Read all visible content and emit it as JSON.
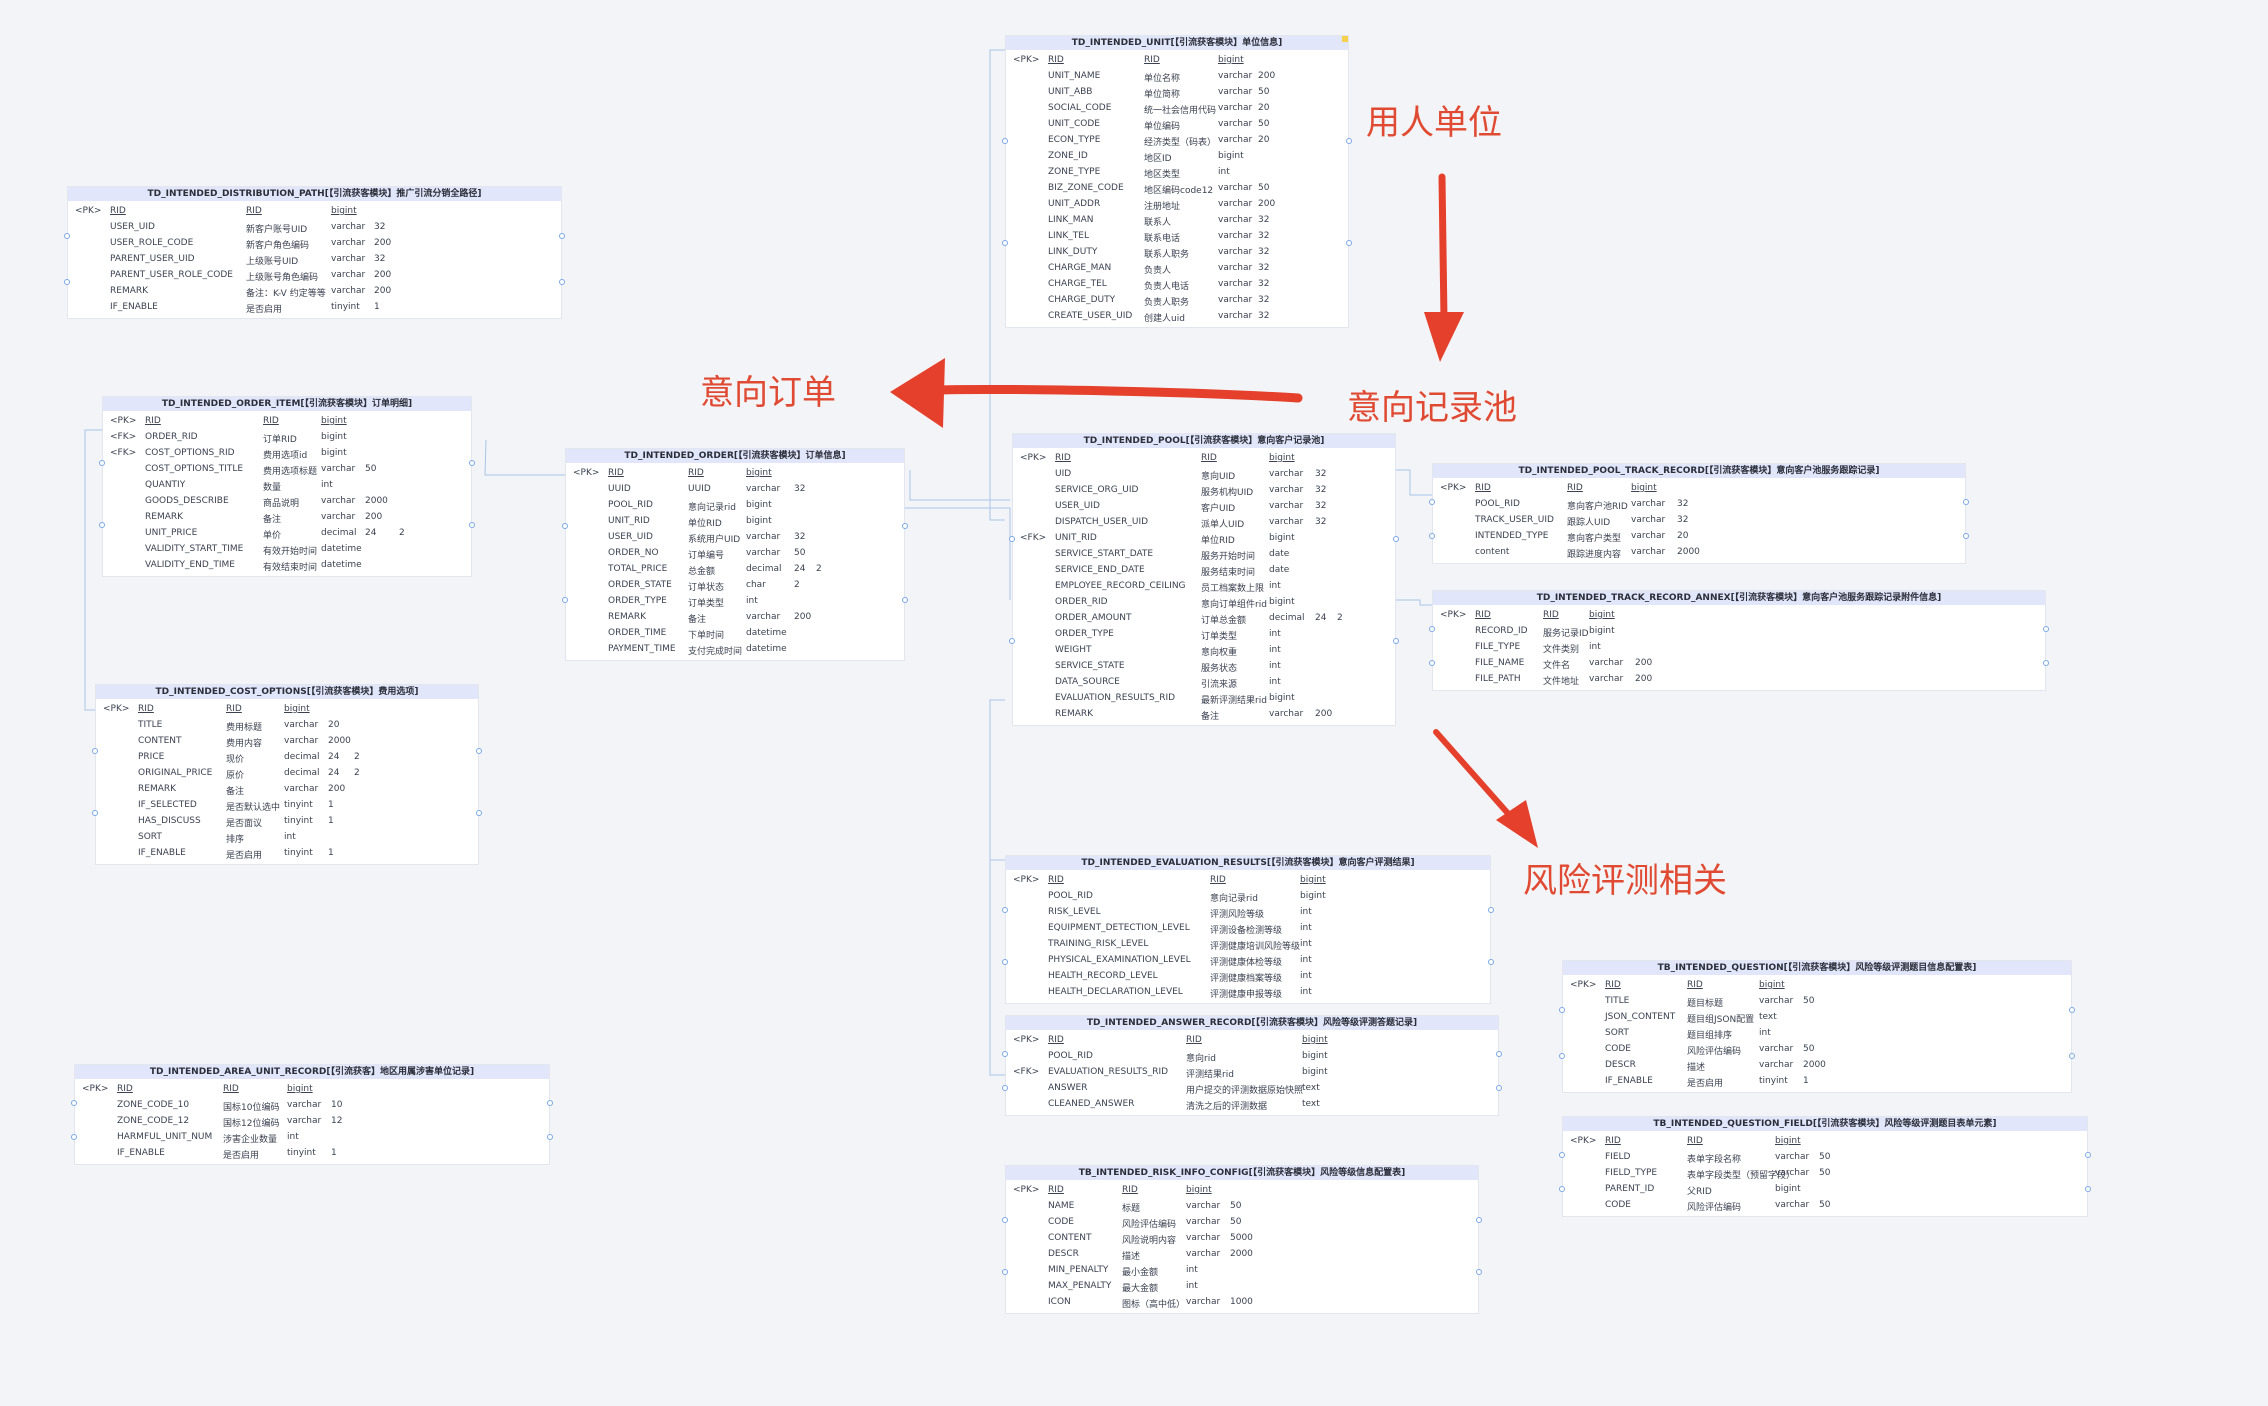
{
  "annotations": [
    {
      "id": "employer",
      "text": "用人单位"
    },
    {
      "id": "pool",
      "text": "意向记录池"
    },
    {
      "id": "order",
      "text": "意向订单"
    },
    {
      "id": "risk",
      "text": "风险评测相关"
    }
  ],
  "tables": [
    {
      "id": "unit",
      "title": "TD_INTENDED_UNIT[【引流获客模块】单位信息]",
      "rows": [
        [
          "<PK>",
          "RID",
          "RID",
          "bigint",
          "",
          ""
        ],
        [
          "",
          "UNIT_NAME",
          "单位名称",
          "varchar",
          "200",
          ""
        ],
        [
          "",
          "UNIT_ABB",
          "单位简称",
          "varchar",
          "50",
          ""
        ],
        [
          "",
          "SOCIAL_CODE",
          "统一社会信用代码",
          "varchar",
          "20",
          ""
        ],
        [
          "",
          "UNIT_CODE",
          "单位编码",
          "varchar",
          "50",
          ""
        ],
        [
          "",
          "ECON_TYPE",
          "经济类型（码表）",
          "varchar",
          "20",
          ""
        ],
        [
          "",
          "ZONE_ID",
          "地区ID",
          "bigint",
          "",
          ""
        ],
        [
          "",
          "ZONE_TYPE",
          "地区类型",
          "int",
          "",
          ""
        ],
        [
          "",
          "BIZ_ZONE_CODE",
          "地区编码code12",
          "varchar",
          "50",
          ""
        ],
        [
          "",
          "UNIT_ADDR",
          "注册地址",
          "varchar",
          "200",
          ""
        ],
        [
          "",
          "LINK_MAN",
          "联系人",
          "varchar",
          "32",
          ""
        ],
        [
          "",
          "LINK_TEL",
          "联系电话",
          "varchar",
          "32",
          ""
        ],
        [
          "",
          "LINK_DUTY",
          "联系人职务",
          "varchar",
          "32",
          ""
        ],
        [
          "",
          "CHARGE_MAN",
          "负责人",
          "varchar",
          "32",
          ""
        ],
        [
          "",
          "CHARGE_TEL",
          "负责人电话",
          "varchar",
          "32",
          ""
        ],
        [
          "",
          "CHARGE_DUTY",
          "负责人职务",
          "varchar",
          "32",
          ""
        ],
        [
          "",
          "CREATE_USER_UID",
          "创建人uid",
          "varchar",
          "32",
          ""
        ]
      ]
    },
    {
      "id": "distribution",
      "title": "TD_INTENDED_DISTRIBUTION_PATH[【引流获客模块】推广引流分销全路径]",
      "rows": [
        [
          "<PK>",
          "RID",
          "RID",
          "bigint",
          "",
          ""
        ],
        [
          "",
          "USER_UID",
          "新客户账号UID",
          "varchar",
          "32",
          ""
        ],
        [
          "",
          "USER_ROLE_CODE",
          "新客户角色编码",
          "varchar",
          "200",
          ""
        ],
        [
          "",
          "PARENT_USER_UID",
          "上级账号UID",
          "varchar",
          "32",
          ""
        ],
        [
          "",
          "PARENT_USER_ROLE_CODE",
          "上级账号角色编码",
          "varchar",
          "200",
          ""
        ],
        [
          "",
          "REMARK",
          "备注：K-V 约定等等",
          "varchar",
          "200",
          ""
        ],
        [
          "",
          "IF_ENABLE",
          "是否启用",
          "tinyint",
          "1",
          ""
        ]
      ]
    },
    {
      "id": "order_item",
      "title": "TD_INTENDED_ORDER_ITEM[【引流获客模块】订单明细]",
      "rows": [
        [
          "<PK>",
          "RID",
          "RID",
          "bigint",
          "",
          ""
        ],
        [
          "<FK>",
          "ORDER_RID",
          "订单RID",
          "bigint",
          "",
          ""
        ],
        [
          "<FK>",
          "COST_OPTIONS_RID",
          "费用选项id",
          "bigint",
          "",
          ""
        ],
        [
          "",
          "COST_OPTIONS_TITLE",
          "费用选项标题",
          "varchar",
          "50",
          ""
        ],
        [
          "",
          "QUANTIY",
          "数量",
          "int",
          "",
          ""
        ],
        [
          "",
          "GOODS_DESCRIBE",
          "商品说明",
          "varchar",
          "2000",
          ""
        ],
        [
          "",
          "REMARK",
          "备注",
          "varchar",
          "200",
          ""
        ],
        [
          "",
          "UNIT_PRICE",
          "单价",
          "decimal",
          "24",
          "2"
        ],
        [
          "",
          "VALIDITY_START_TIME",
          "有效开始时间",
          "datetime",
          "",
          ""
        ],
        [
          "",
          "VALIDITY_END_TIME",
          "有效结束时间",
          "datetime",
          "",
          ""
        ]
      ]
    },
    {
      "id": "order",
      "title": "TD_INTENDED_ORDER[【引流获客模块】订单信息]",
      "rows": [
        [
          "<PK>",
          "RID",
          "RID",
          "bigint",
          "",
          ""
        ],
        [
          "",
          "UUID",
          "UUID",
          "varchar",
          "32",
          ""
        ],
        [
          "",
          "POOL_RID",
          "意向记录rid",
          "bigint",
          "",
          ""
        ],
        [
          "",
          "UNIT_RID",
          "单位RID",
          "bigint",
          "",
          ""
        ],
        [
          "",
          "USER_UID",
          "系统用户UID",
          "varchar",
          "32",
          ""
        ],
        [
          "",
          "ORDER_NO",
          "订单编号",
          "varchar",
          "50",
          ""
        ],
        [
          "",
          "TOTAL_PRICE",
          "总金额",
          "decimal",
          "24",
          "2"
        ],
        [
          "",
          "ORDER_STATE",
          "订单状态",
          "char",
          "2",
          ""
        ],
        [
          "",
          "ORDER_TYPE",
          "订单类型",
          "int",
          "",
          ""
        ],
        [
          "",
          "REMARK",
          "备注",
          "varchar",
          "200",
          ""
        ],
        [
          "",
          "ORDER_TIME",
          "下单时间",
          "datetime",
          "",
          ""
        ],
        [
          "",
          "PAYMENT_TIME",
          "支付完成时间",
          "datetime",
          "",
          ""
        ]
      ]
    },
    {
      "id": "pool",
      "title": "TD_INTENDED_POOL[【引流获客模块】意向客户记录池]",
      "rows": [
        [
          "<PK>",
          "RID",
          "RID",
          "bigint",
          "",
          ""
        ],
        [
          "",
          "UID",
          "意向UID",
          "varchar",
          "32",
          ""
        ],
        [
          "",
          "SERVICE_ORG_UID",
          "服务机构UID",
          "varchar",
          "32",
          ""
        ],
        [
          "",
          "USER_UID",
          "客户UID",
          "varchar",
          "32",
          ""
        ],
        [
          "",
          "DISPATCH_USER_UID",
          "派单人UID",
          "varchar",
          "32",
          ""
        ],
        [
          "<FK>",
          "UNIT_RID",
          "单位RID",
          "bigint",
          "",
          ""
        ],
        [
          "",
          "SERVICE_START_DATE",
          "服务开始时间",
          "date",
          "",
          ""
        ],
        [
          "",
          "SERVICE_END_DATE",
          "服务结束时间",
          "date",
          "",
          ""
        ],
        [
          "",
          "EMPLOYEE_RECORD_CEILING",
          "员工档案数上限",
          "int",
          "",
          ""
        ],
        [
          "",
          "ORDER_RID",
          "意向订单组件rid",
          "bigint",
          "",
          ""
        ],
        [
          "",
          "ORDER_AMOUNT",
          "订单总金额",
          "decimal",
          "24",
          "2"
        ],
        [
          "",
          "ORDER_TYPE",
          "订单类型",
          "int",
          "",
          ""
        ],
        [
          "",
          "WEIGHT",
          "意向权重",
          "int",
          "",
          ""
        ],
        [
          "",
          "SERVICE_STATE",
          "服务状态",
          "int",
          "",
          ""
        ],
        [
          "",
          "DATA_SOURCE",
          "引流来源",
          "int",
          "",
          ""
        ],
        [
          "",
          "EVALUATION_RESULTS_RID",
          "最新评测结果rid",
          "bigint",
          "",
          ""
        ],
        [
          "",
          "REMARK",
          "备注",
          "varchar",
          "200",
          ""
        ]
      ]
    },
    {
      "id": "track_record",
      "title": "TD_INTENDED_POOL_TRACK_RECORD[【引流获客模块】意向客户池服务跟踪记录]",
      "rows": [
        [
          "<PK>",
          "RID",
          "RID",
          "bigint",
          "",
          ""
        ],
        [
          "",
          "POOL_RID",
          "意向客户池RID",
          "varchar",
          "32",
          ""
        ],
        [
          "",
          "TRACK_USER_UID",
          "跟踪人UID",
          "varchar",
          "32",
          ""
        ],
        [
          "",
          "INTENDED_TYPE",
          "意向客户类型",
          "varchar",
          "20",
          ""
        ],
        [
          "",
          "content",
          "跟踪进度内容",
          "varchar",
          "2000",
          ""
        ]
      ]
    },
    {
      "id": "track_annex",
      "title": "TD_INTENDED_TRACK_RECORD_ANNEX[【引流获客模块】意向客户池服务跟踪记录附件信息]",
      "rows": [
        [
          "<PK>",
          "RID",
          "RID",
          "bigint",
          "",
          ""
        ],
        [
          "",
          "RECORD_ID",
          "服务记录ID",
          "bigint",
          "",
          ""
        ],
        [
          "",
          "FILE_TYPE",
          "文件类别",
          "int",
          "",
          ""
        ],
        [
          "",
          "FILE_NAME",
          "文件名",
          "varchar",
          "200",
          ""
        ],
        [
          "",
          "FILE_PATH",
          "文件地址",
          "varchar",
          "200",
          ""
        ]
      ]
    },
    {
      "id": "cost_options",
      "title": "TD_INTENDED_COST_OPTIONS[【引流获客模块】费用选项]",
      "rows": [
        [
          "<PK>",
          "RID",
          "RID",
          "bigint",
          "",
          ""
        ],
        [
          "",
          "TITLE",
          "费用标题",
          "varchar",
          "20",
          ""
        ],
        [
          "",
          "CONTENT",
          "费用内容",
          "varchar",
          "2000",
          ""
        ],
        [
          "",
          "PRICE",
          "现价",
          "decimal",
          "24",
          "2"
        ],
        [
          "",
          "ORIGINAL_PRICE",
          "原价",
          "decimal",
          "24",
          "2"
        ],
        [
          "",
          "REMARK",
          "备注",
          "varchar",
          "200",
          ""
        ],
        [
          "",
          "IF_SELECTED",
          "是否默认选中",
          "tinyint",
          "1",
          ""
        ],
        [
          "",
          "HAS_DISCUSS",
          "是否面议",
          "tinyint",
          "1",
          ""
        ],
        [
          "",
          "SORT",
          "排序",
          "int",
          "",
          ""
        ],
        [
          "",
          "IF_ENABLE",
          "是否启用",
          "tinyint",
          "1",
          ""
        ]
      ]
    },
    {
      "id": "eval_results",
      "title": "TD_INTENDED_EVALUATION_RESULTS[【引流获客模块】意向客户评测结果]",
      "rows": [
        [
          "<PK>",
          "RID",
          "RID",
          "bigint",
          "",
          ""
        ],
        [
          "",
          "POOL_RID",
          "意向记录rid",
          "bigint",
          "",
          ""
        ],
        [
          "",
          "RISK_LEVEL",
          "评测风险等级",
          "int",
          "",
          ""
        ],
        [
          "",
          "EQUIPMENT_DETECTION_LEVEL",
          "评测设备检测等级",
          "int",
          "",
          ""
        ],
        [
          "",
          "TRAINING_RISK_LEVEL",
          "评测健康培训风险等级",
          "int",
          "",
          ""
        ],
        [
          "",
          "PHYSICAL_EXAMINATION_LEVEL",
          "评测健康体检等级",
          "int",
          "",
          ""
        ],
        [
          "",
          "HEALTH_RECORD_LEVEL",
          "评测健康档案等级",
          "int",
          "",
          ""
        ],
        [
          "",
          "HEALTH_DECLARATION_LEVEL",
          "评测健康申报等级",
          "int",
          "",
          ""
        ]
      ]
    },
    {
      "id": "answer_record",
      "title": "TD_INTENDED_ANSWER_RECORD[【引流获客模块】风险等级评测答题记录]",
      "rows": [
        [
          "<PK>",
          "RID",
          "RID",
          "bigint",
          "",
          ""
        ],
        [
          "",
          "POOL_RID",
          "意向rid",
          "bigint",
          "",
          ""
        ],
        [
          "<FK>",
          "EVALUATION_RESULTS_RID",
          "评测结果rid",
          "bigint",
          "",
          ""
        ],
        [
          "",
          "ANSWER",
          "用户提交的评测数据原始快照",
          "text",
          "",
          ""
        ],
        [
          "",
          "CLEANED_ANSWER",
          "清洗之后的评测数据",
          "text",
          "",
          ""
        ]
      ]
    },
    {
      "id": "question",
      "title": "TB_INTENDED_QUESTION[【引流获客模块】风险等级评测题目信息配置表]",
      "rows": [
        [
          "<PK>",
          "RID",
          "RID",
          "bigint",
          "",
          ""
        ],
        [
          "",
          "TITLE",
          "题目标题",
          "varchar",
          "50",
          ""
        ],
        [
          "",
          "JSON_CONTENT",
          "题目组JSON配置",
          "text",
          "",
          ""
        ],
        [
          "",
          "SORT",
          "题目组排序",
          "int",
          "",
          ""
        ],
        [
          "",
          "CODE",
          "风险评估编码",
          "varchar",
          "50",
          ""
        ],
        [
          "",
          "DESCR",
          "描述",
          "varchar",
          "2000",
          ""
        ],
        [
          "",
          "IF_ENABLE",
          "是否启用",
          "tinyint",
          "1",
          ""
        ]
      ]
    },
    {
      "id": "question_field",
      "title": "TB_INTENDED_QUESTION_FIELD[【引流获客模块】风险等级评测题目表单元素]",
      "rows": [
        [
          "<PK>",
          "RID",
          "RID",
          "bigint",
          "",
          ""
        ],
        [
          "",
          "FIELD",
          "表单字段名称",
          "varchar",
          "50",
          ""
        ],
        [
          "",
          "FIELD_TYPE",
          "表单字段类型（预留字段）",
          "varchar",
          "50",
          ""
        ],
        [
          "",
          "PARENT_ID",
          "父RID",
          "bigint",
          "",
          ""
        ],
        [
          "",
          "CODE",
          "风险评估编码",
          "varchar",
          "50",
          ""
        ]
      ]
    },
    {
      "id": "area_unit",
      "title": "TD_INTENDED_AREA_UNIT_RECORD[【引流获客】地区用属涉害单位记录]",
      "rows": [
        [
          "<PK>",
          "RID",
          "RID",
          "bigint",
          "",
          ""
        ],
        [
          "",
          "ZONE_CODE_10",
          "国标10位编码",
          "varchar",
          "10",
          ""
        ],
        [
          "",
          "ZONE_CODE_12",
          "国标12位编码",
          "varchar",
          "12",
          ""
        ],
        [
          "",
          "HARMFUL_UNIT_NUM",
          "涉害企业数量",
          "int",
          "",
          ""
        ],
        [
          "",
          "IF_ENABLE",
          "是否启用",
          "tinyint",
          "1",
          ""
        ]
      ]
    },
    {
      "id": "risk_config",
      "title": "TB_INTENDED_RISK_INFO_CONFIG[【引流获客模块】风险等级信息配置表]",
      "rows": [
        [
          "<PK>",
          "RID",
          "RID",
          "bigint",
          "",
          ""
        ],
        [
          "",
          "NAME",
          "标题",
          "varchar",
          "50",
          ""
        ],
        [
          "",
          "CODE",
          "风险评估编码",
          "varchar",
          "50",
          ""
        ],
        [
          "",
          "CONTENT",
          "风险说明内容",
          "varchar",
          "5000",
          ""
        ],
        [
          "",
          "DESCR",
          "描述",
          "varchar",
          "2000",
          ""
        ],
        [
          "",
          "MIN_PENALTY",
          "最小金额",
          "int",
          "",
          ""
        ],
        [
          "",
          "MAX_PENALTY",
          "最大金额",
          "int",
          "",
          ""
        ],
        [
          "",
          "ICON",
          "图标（高中低）",
          "varchar",
          "1000",
          ""
        ]
      ]
    }
  ]
}
